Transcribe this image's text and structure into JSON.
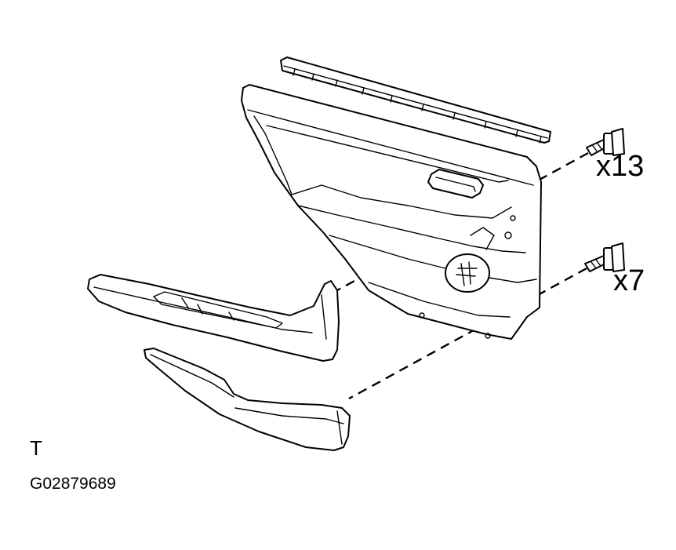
{
  "labels": {
    "qty_upper": "x13",
    "qty_lower": "x7",
    "view_code": "T",
    "figure_id": "G02879689"
  },
  "parts": [
    {
      "name": "weatherstrip"
    },
    {
      "name": "door-trim-panel"
    },
    {
      "name": "armrest-upper-trim"
    },
    {
      "name": "armrest-lower-trim"
    },
    {
      "name": "clip-upper"
    },
    {
      "name": "clip-lower"
    }
  ],
  "colors": {
    "line": "#000000",
    "background": "#ffffff"
  }
}
